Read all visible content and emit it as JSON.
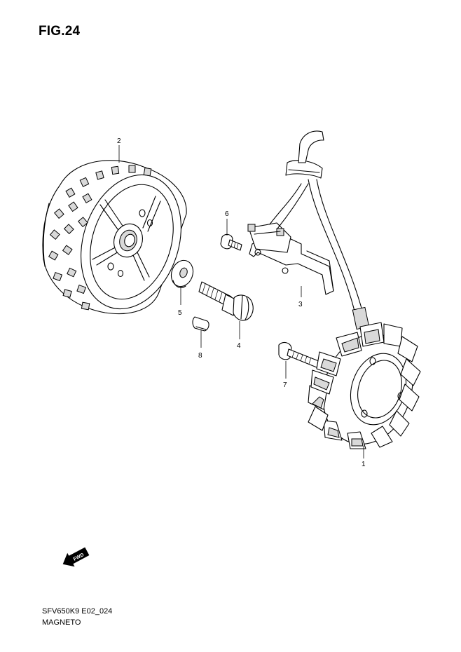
{
  "figure": {
    "title": "FIG.24",
    "code": "SFV650K9 E02_024",
    "name": "MAGNETO"
  },
  "callouts": [
    {
      "id": "1",
      "label": "1"
    },
    {
      "id": "2",
      "label": "2"
    },
    {
      "id": "3",
      "label": "3"
    },
    {
      "id": "4",
      "label": "4"
    },
    {
      "id": "5",
      "label": "5"
    },
    {
      "id": "6",
      "label": "6"
    },
    {
      "id": "7",
      "label": "7"
    },
    {
      "id": "8",
      "label": "8"
    }
  ],
  "fwd_badge": {
    "label": "FWD",
    "icon": "fwd-arrow-icon"
  }
}
